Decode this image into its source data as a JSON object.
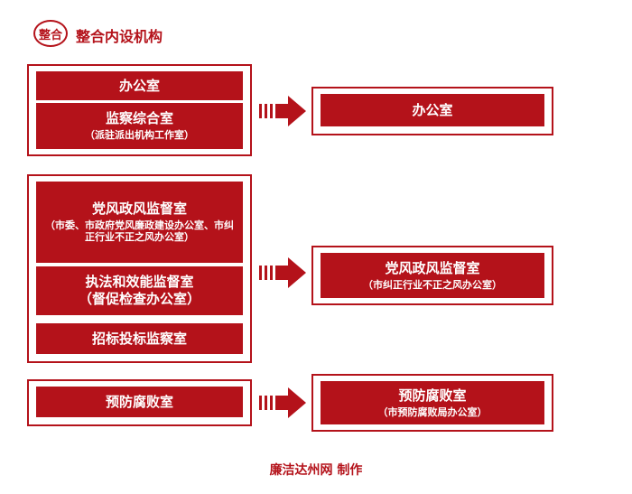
{
  "header": {
    "badge": "整合",
    "title": "整合内设机构"
  },
  "groups": [
    {
      "from": [
        {
          "title": "办公室"
        },
        {
          "title": "监察综合室",
          "subtitle": "（派驻派出机构工作室）"
        }
      ],
      "to": {
        "title": "办公室"
      }
    },
    {
      "from": [
        {
          "title": "党风政风监督室",
          "subtitle": "（市委、市政府党风廉政建设办公室、市纠正行业不正之风办公室）"
        },
        {
          "title": "执法和效能监督室",
          "subtitle": "（督促检查办公室）"
        },
        {
          "title": "招标投标监察室"
        }
      ],
      "to": {
        "title": "党风政风监督室",
        "subtitle": "（市纠正行业不正之风办公室）"
      }
    },
    {
      "from": [
        {
          "title": "预防腐败室"
        }
      ],
      "to": {
        "title": "预防腐败室",
        "subtitle": "（市预防腐败局办公室）"
      }
    }
  ],
  "footer": "廉洁达州网 制作",
  "colors": {
    "accent": "#b4121a",
    "background": "#ffffff"
  }
}
